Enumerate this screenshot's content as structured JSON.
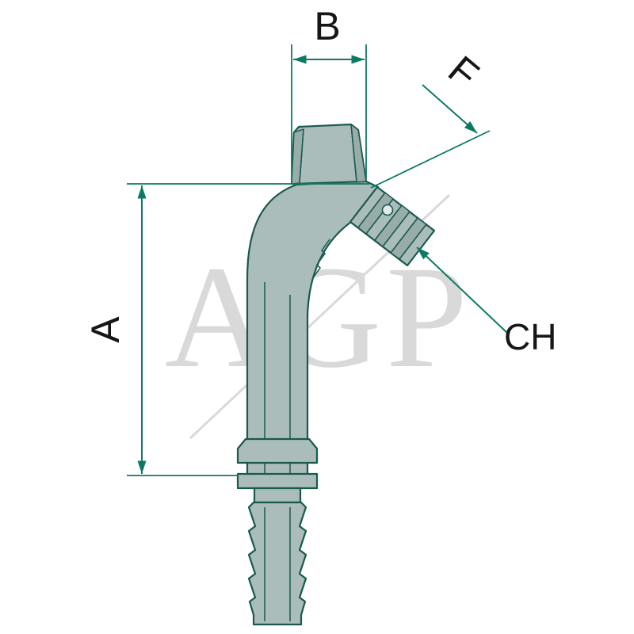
{
  "meta": {
    "type": "technical-product-drawing",
    "background": "#ffffff"
  },
  "watermark": {
    "text": "AGP",
    "color": "#d9d9d9"
  },
  "colors": {
    "part_outline": "#19594e",
    "dimension_line": "#0b7a63",
    "part_fill": "#abbdbb",
    "part_fill_dark": "#98aca9",
    "label_text": "#161616"
  },
  "dimensions": {
    "a": "A",
    "b": "B",
    "f": "F",
    "ch": "CH"
  }
}
